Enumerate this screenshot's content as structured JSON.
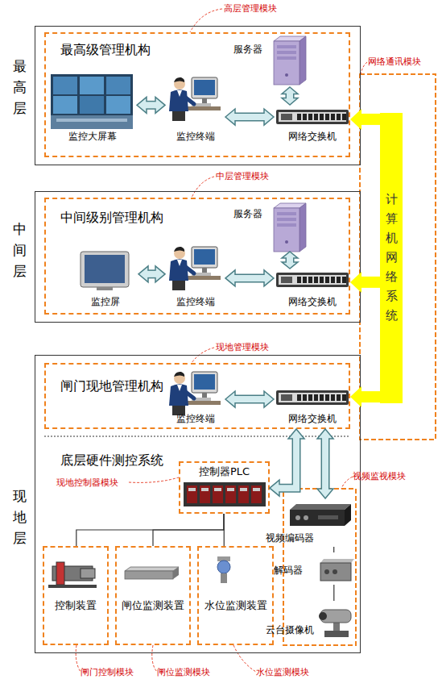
{
  "diagram": {
    "nodes": [
      {
        "text": [
          "最高层"
        ]
      },
      {
        "text": [
          "最高级管理机构"
        ],
        "in": 0
      },
      {
        "text": [
          "监控大屏幕"
        ],
        "in": 1
      },
      {
        "text": [
          "监控终端"
        ],
        "in": 1
      },
      {
        "text": [
          "服务器"
        ],
        "in": 1
      },
      {
        "text": [
          "网络交换机"
        ],
        "in": 1
      },
      {
        "text": [
          "中间层"
        ]
      },
      {
        "text": [
          "中间级别管理机构"
        ],
        "in": 6
      },
      {
        "text": [
          "监控屏"
        ],
        "in": 7
      },
      {
        "text": [
          "监控终端"
        ],
        "in": 7
      },
      {
        "text": [
          "服务器"
        ],
        "in": 7
      },
      {
        "text": [
          "网络交换机"
        ],
        "in": 7
      },
      {
        "text": [
          "现地层"
        ]
      },
      {
        "text": [
          "闸门现地管理机构"
        ],
        "in": 12
      },
      {
        "text": [
          "监控终端"
        ],
        "in": 13
      },
      {
        "text": [
          "网络交换机"
        ],
        "in": 13
      },
      {
        "text": [
          "控制器PLC"
        ],
        "in": 12
      },
      {
        "text": [
          "控制装置"
        ],
        "in": 12
      },
      {
        "text": [
          "闸位监测装置"
        ],
        "in": 12
      },
      {
        "text": [
          "水位监测装置"
        ],
        "in": 12
      },
      {
        "text": [
          "视频编码器"
        ],
        "in": 12
      },
      {
        "text": [
          "解码器"
        ],
        "in": 12
      },
      {
        "text": [
          "云台摄像机"
        ],
        "in": 12
      },
      {
        "text": [
          "计算机网络系统"
        ]
      }
    ],
    "edges": [
      {
        "from": 2,
        "to": 3,
        "arrow": "both"
      },
      {
        "from": 3,
        "to": 5,
        "arrow": "both"
      },
      {
        "from": 4,
        "to": 5,
        "arrow": "both"
      },
      {
        "from": 8,
        "to": 9,
        "arrow": "both"
      },
      {
        "from": 9,
        "to": 11,
        "arrow": "both"
      },
      {
        "from": 10,
        "to": 11,
        "arrow": "both"
      },
      {
        "from": 14,
        "to": 15,
        "arrow": "both"
      },
      {
        "from": 23,
        "to": 5,
        "arrow": "to"
      },
      {
        "from": 23,
        "to": 11,
        "arrow": "to"
      },
      {
        "from": 23,
        "to": 15,
        "arrow": "to"
      },
      {
        "from": 15,
        "to": 16,
        "arrow": "both"
      },
      {
        "from": 15,
        "to": 20,
        "arrow": "both"
      },
      {
        "from": 16,
        "to": 17,
        "arrow": "none"
      },
      {
        "from": 16,
        "to": 18,
        "arrow": "none"
      },
      {
        "from": 16,
        "to": 19,
        "arrow": "none"
      },
      {
        "from": 20,
        "to": 21,
        "arrow": "none"
      },
      {
        "from": 21,
        "to": 22,
        "arrow": "none"
      }
    ],
    "labels": [
      "高层管理模块",
      "网络通讯模块",
      "中层管理模块",
      "现地管理模块",
      "底层硬件测控系统",
      "现地控制器模块",
      "视频监视模块",
      "闸门控制模块",
      "闸位监测模块",
      "水位监测模块"
    ]
  }
}
